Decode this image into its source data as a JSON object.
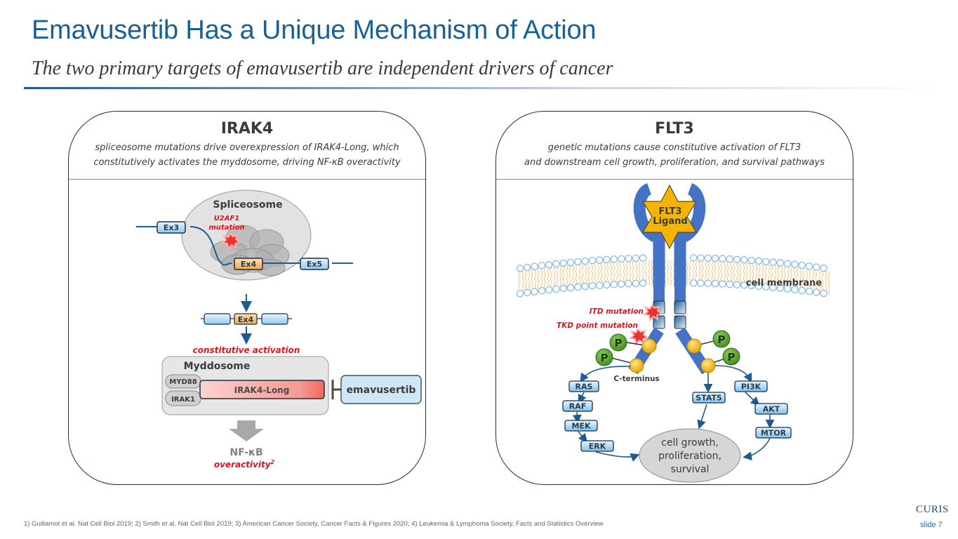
{
  "header": {
    "title": "Emavusertib Has a Unique Mechanism of Action",
    "subtitle": "The two primary targets of emavusertib are independent drivers of cancer"
  },
  "irak4_panel": {
    "title": "IRAK4",
    "description_line1": "spliceosome mutations drive overexpression of IRAK4-Long, which",
    "description_line2": "constitutively activates the myddosome, driving NF-κB overactivity",
    "spliceosome_label": "Spliceosome",
    "mutation_label_line1": "U2AF1",
    "mutation_label_line2": "mutation",
    "exons": [
      "Ex3",
      "Ex4",
      "Ex5"
    ],
    "spliced_exon": "Ex4",
    "constitutive_label": "constitutive activation",
    "myddosome_label": "Myddosome",
    "myd88_label": "MYD88",
    "irak1_label": "IRAK1",
    "irak4_long_label": "IRAK4-Long",
    "inhibitor_label": "emavusertib",
    "output_label": "NF-κB",
    "output_sublabel": "overactivity",
    "output_superscript": "2"
  },
  "flt3_panel": {
    "title": "FLT3",
    "description_line1": "genetic mutations cause constitutive activation of FLT3",
    "description_line2": "and downstream cell growth, proliferation, and survival pathways",
    "ligand_line1": "FLT3",
    "ligand_line2": "Ligand",
    "membrane_label": "cell membrane",
    "itd_label": "ITD mutation",
    "tkd_label": "TKD point mutation",
    "phospho_label": "P",
    "cterminus_label": "C-terminus",
    "mapk_pathway": [
      "RAS",
      "RAF",
      "MEK",
      "ERK"
    ],
    "stat_pathway": [
      "STAT5"
    ],
    "pi3k_pathway": [
      "PI3K",
      "AKT",
      "MTOR"
    ],
    "outcome_line1": "cell growth,",
    "outcome_line2": "proliferation,",
    "outcome_line3": "survival"
  },
  "footer": {
    "references": "1) Guillamot et al. Nat Cell Biol 2019; 2) Smith et al. Nat Cell Biol 2019; 3) American Cancer Society, Cancer Facts & Figures 2020; 4) Leukemia & Lymphoma Society, Facts and Statistics Overview",
    "logo": "CURIS",
    "slide_label": "slide 7"
  },
  "colors": {
    "title_blue": "#1a5f96",
    "mutation_red": "#e0141e",
    "receptor_blue": "#4472c4",
    "ligand_gold": "#f4b400",
    "phospho_green": "#5a9a2a",
    "node_blue": "#bfe0f7"
  }
}
